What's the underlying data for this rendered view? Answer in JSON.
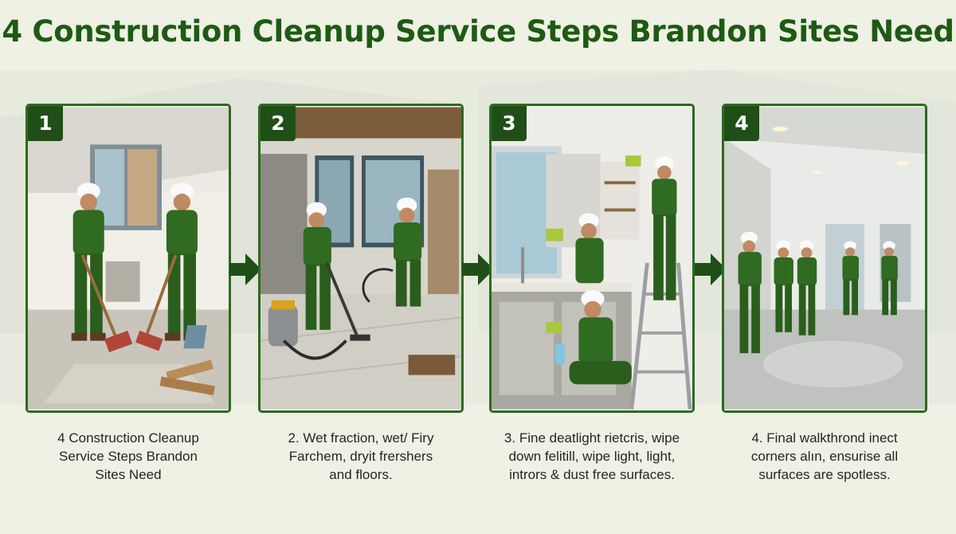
{
  "title": "4 Construction Cleanup Service Steps Brandon Sites Need",
  "colors": {
    "accent": "#1f4f16",
    "uniform": "#2f6b20",
    "background": "#eef1e4"
  },
  "steps": [
    {
      "number": "1",
      "caption": "4 Construction Cleanup\nService Steps Brandon\nSites Need"
    },
    {
      "number": "2",
      "caption": "2. Wet fraction, wet/ Firy\nFarchem, dryit frershers\nand floors."
    },
    {
      "number": "3",
      "caption": "3. Fine deatlight rietcris, wipe\ndown felitill, wipe light, light,\nintrors & dust free surfaces."
    },
    {
      "number": "4",
      "caption": "4. Final walkthrond inect\ncorners alın, ensurise all\nsurfaces are spotless."
    }
  ],
  "icons": {
    "arrow": "arrow-right-icon"
  }
}
